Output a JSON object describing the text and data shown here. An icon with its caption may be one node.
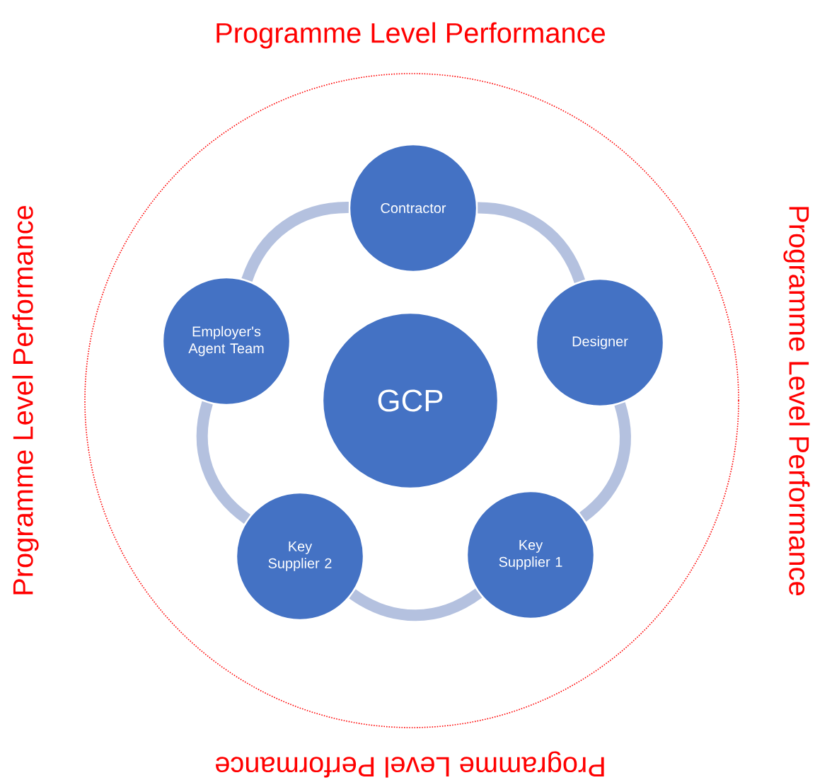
{
  "diagram": {
    "nodes": [
      {
        "text": [
          "Contractor"
        ]
      },
      {
        "text": [
          "Employer's Agent Team"
        ]
      },
      {
        "text": [
          "Designer"
        ]
      },
      {
        "text": [
          "GCP"
        ]
      },
      {
        "text": [
          "Key Supplier 2"
        ]
      },
      {
        "text": [
          "Key Supplier 1"
        ]
      }
    ],
    "edges": [
      {
        "from": 0,
        "to": 2,
        "arrow": "none"
      },
      {
        "from": 2,
        "to": 5,
        "arrow": "none"
      },
      {
        "from": 5,
        "to": 4,
        "arrow": "none"
      },
      {
        "from": 4,
        "to": 1,
        "arrow": "none"
      },
      {
        "from": 1,
        "to": 0,
        "arrow": "none"
      }
    ],
    "labels": [
      "Programme Level Performance",
      "Programme Level Performance",
      "Programme Level Performance",
      "Programme Level Performance"
    ]
  }
}
